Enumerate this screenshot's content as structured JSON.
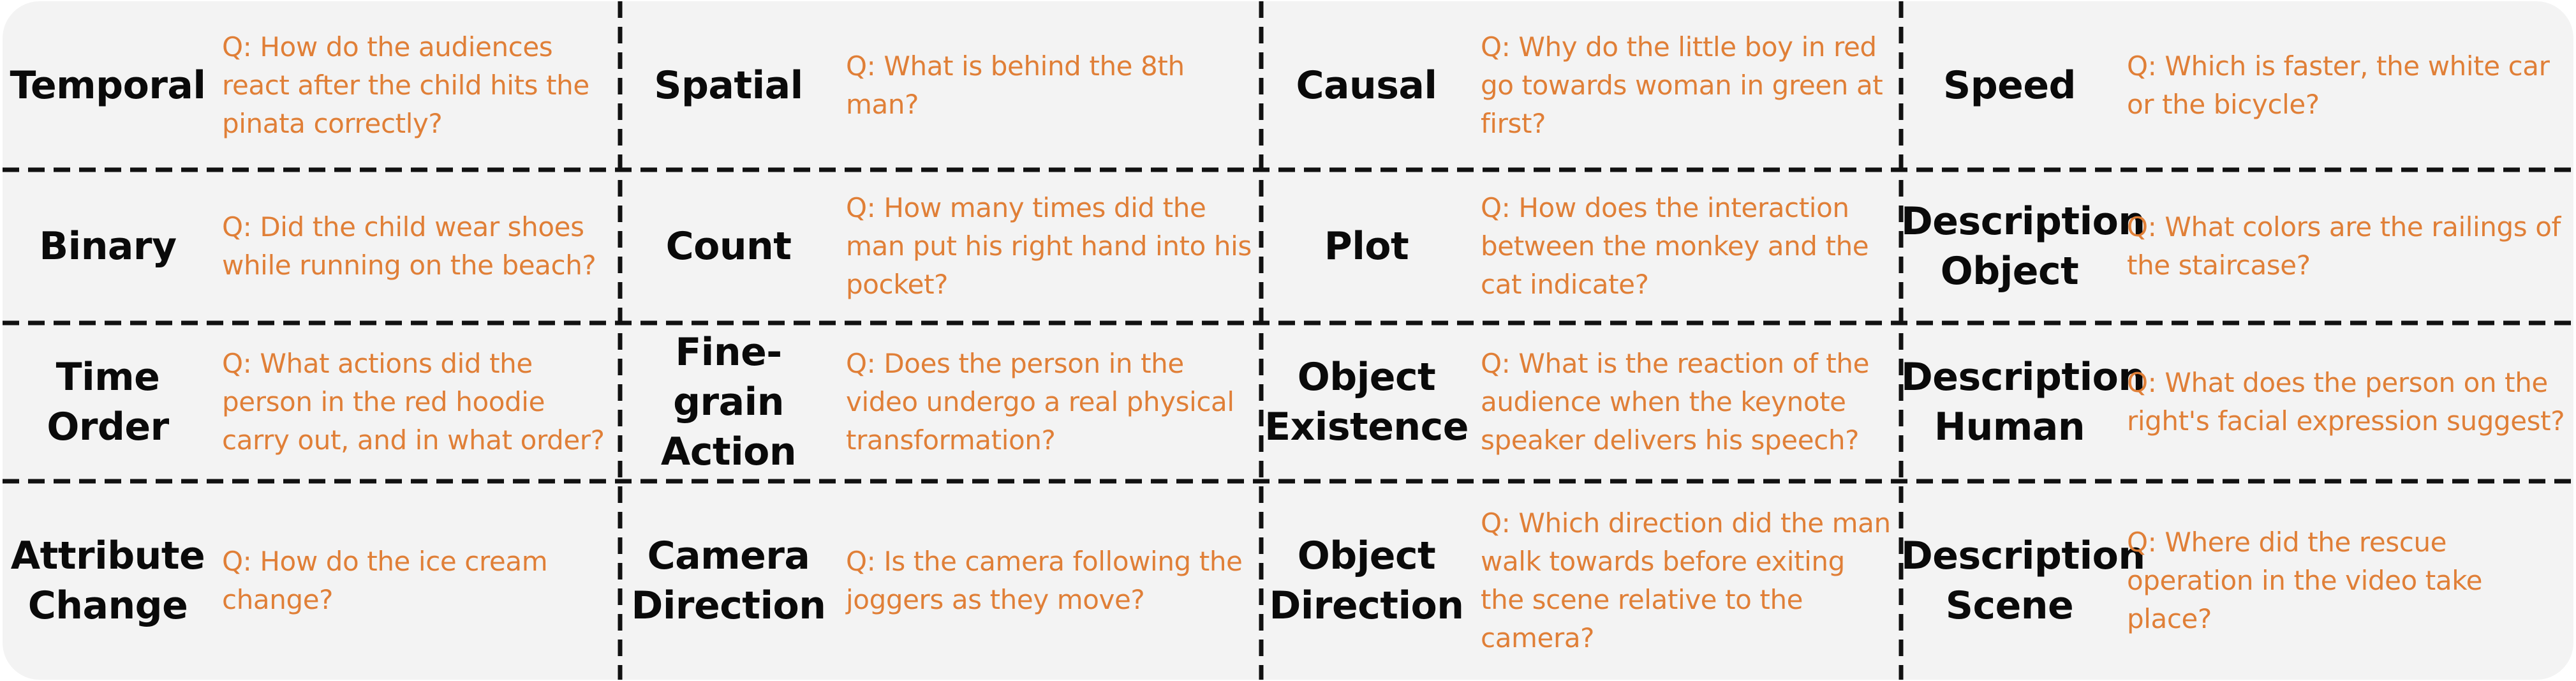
{
  "rows": [
    [
      {
        "label": "Temporal",
        "question": "Q: How do the audiences react after the child hits the pinata correctly?"
      },
      {
        "label": "Spatial",
        "question": "Q: What is behind the 8th man?"
      },
      {
        "label": "Causal",
        "question": "Q: Why do the little boy in red go towards woman in green at first?"
      },
      {
        "label": "Speed",
        "question": "Q: Which is faster, the white car or the bicycle?"
      }
    ],
    [
      {
        "label": "Binary",
        "question": "Q: Did the child wear shoes while running on the beach?"
      },
      {
        "label": "Count",
        "question": "Q: How many times did the man put his right hand into his pocket?"
      },
      {
        "label": "Plot",
        "question": "Q: How does the interaction between the monkey and the cat indicate?"
      },
      {
        "label": "Description Object",
        "question": "Q: What colors are the railings of the staircase?"
      }
    ],
    [
      {
        "label": "Time Order",
        "question": "Q: What actions did the person in the red hoodie carry out, and in what order?"
      },
      {
        "label": "Fine-grain Action",
        "question": "Q: Does the person in the video undergo a real physical transformation?"
      },
      {
        "label": "Object Existence",
        "question": "Q: What is the reaction of the audience when the keynote speaker delivers his speech?"
      },
      {
        "label": "Description Human",
        "question": "Q: What does the person on the right's facial expression suggest?"
      }
    ],
    [
      {
        "label": "Attribute Change",
        "question": "Q: How do the ice cream change?"
      },
      {
        "label": "Camera Direction",
        "question": "Q: Is the camera following the joggers as they move?"
      },
      {
        "label": "Object Direction",
        "question": "Q: Which direction did the man walk towards before exiting the scene relative to the camera?"
      },
      {
        "label": "Description Scene",
        "question": "Q: Where did the rescue operation in the video take place?"
      }
    ]
  ]
}
